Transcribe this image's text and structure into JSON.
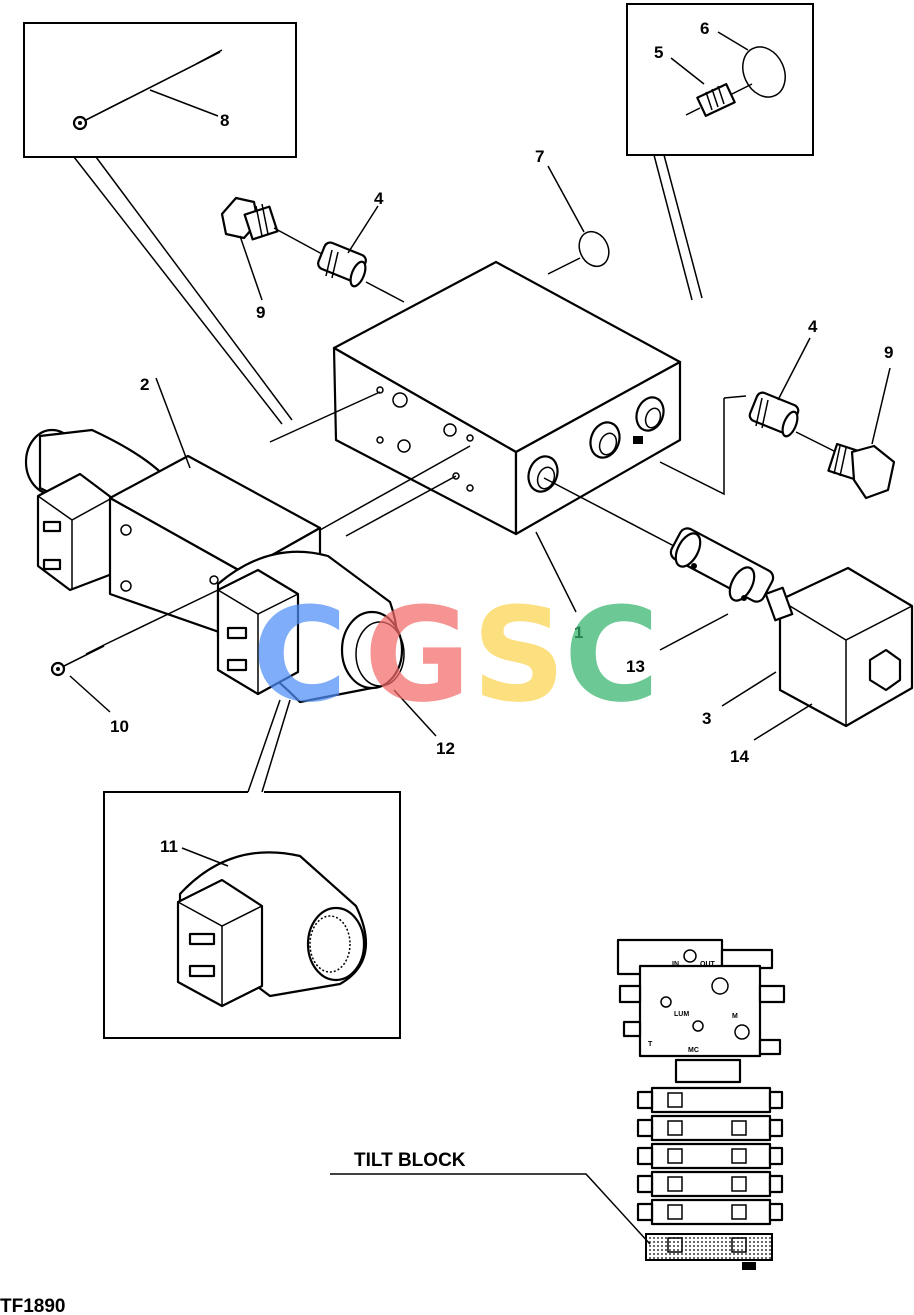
{
  "callouts": {
    "c1": "1",
    "c2": "2",
    "c3": "3",
    "c4a": "4",
    "c4b": "4",
    "c5": "5",
    "c6": "6",
    "c7": "7",
    "c8": "8",
    "c9a": "9",
    "c9b": "9",
    "c10": "10",
    "c11": "11",
    "c12": "12",
    "c13": "13",
    "c14": "14"
  },
  "location_label": "TILT BLOCK",
  "figure_id": "TF1890",
  "locator": {
    "port_in": "IN",
    "port_out": "OUT",
    "port_lum": "LUM",
    "port_m": "M",
    "port_mc": "MC",
    "port_t": "T"
  },
  "watermark": {
    "letters": [
      "C",
      "G",
      "S",
      "C"
    ],
    "colors": [
      "#4f8ef7",
      "#f36b6b",
      "#fcd34d",
      "#34b36b"
    ]
  }
}
